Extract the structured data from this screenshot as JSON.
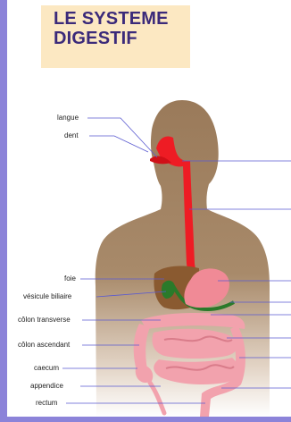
{
  "title": {
    "line1": "LE SYSTEME",
    "line2": "DIGESTIF"
  },
  "labels": {
    "langue": "langue",
    "dent": "dent",
    "foie": "foie",
    "vesicule": "vésicule biliaire",
    "colon_transverse": "côlon transverse",
    "colon_ascendant": "côlon ascendant",
    "caecum": "caecum",
    "appendice": "appendice",
    "rectum": "rectum"
  },
  "colors": {
    "background": "#8c83d9",
    "title_box": "#fce8c2",
    "title_text": "#3b2a7a",
    "body": "#a08060",
    "esophagus": "#ee1c24",
    "liver": "#8a5a30",
    "gallbladder": "#2a7a2a",
    "stomach": "#f08a96",
    "intestine": "#f2a2ad",
    "leader_line": "#5a5ad0"
  }
}
